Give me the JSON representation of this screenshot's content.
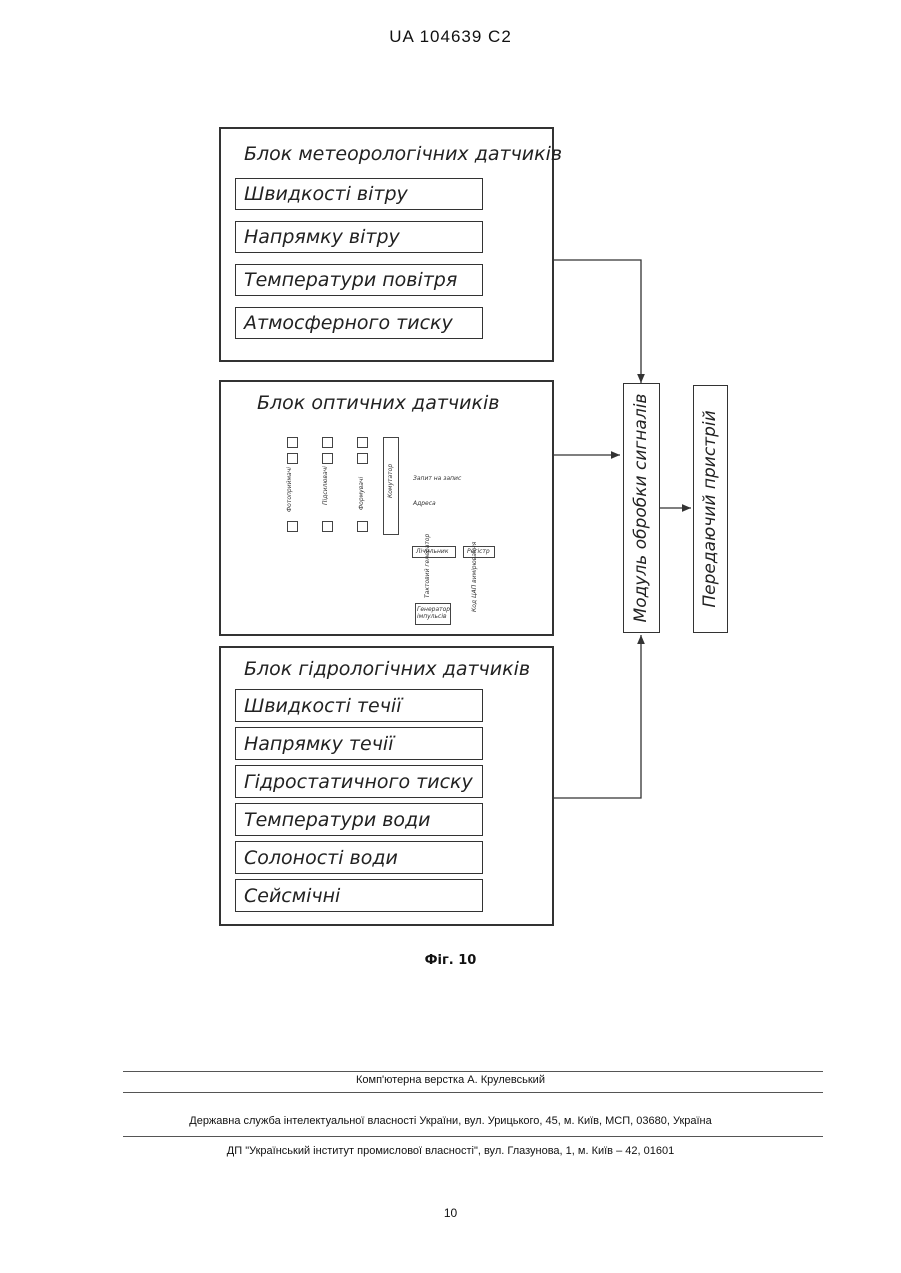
{
  "header": {
    "patent_number": "UA   104639   C2"
  },
  "meteo_block": {
    "title": "Блок метеорологічних датчиків",
    "sensors": [
      "Швидкості вітру",
      "Напрямку вітру",
      "Температури повітря",
      "Атмосферного тиску"
    ]
  },
  "optical_block": {
    "title": "Блок оптичних датчиків",
    "labels": {
      "photodetectors": "Фотоприймачі",
      "amplifiers": "Підсилювачі",
      "shapers": "Формувачі",
      "commutator": "Комутатор",
      "request": "Запит на запис",
      "address": "Адреса",
      "counter": "Лічильник",
      "register": "Регістр",
      "clock": "Тактовий генератор",
      "code": "Код ЦАП вимірювання",
      "generator": "Генератор імпульсів"
    }
  },
  "hydro_block": {
    "title": "Блок гідрологічних датчиків",
    "sensors": [
      "Швидкості течії",
      "Напрямку течії",
      "Гідростатичного тиску",
      "Температури води",
      "Солоності води",
      "Сейсмічні"
    ]
  },
  "processing_module": {
    "label": "Модуль обробки сигналів"
  },
  "transmitting_device": {
    "label": "Передаючий пристрій"
  },
  "figure_caption": "Фіг. 10",
  "footer": {
    "layout": "Комп'ютерна верстка А. Крулевський",
    "agency": "Державна служба інтелектуальної власності України, вул. Урицького, 45, м. Київ, МСП, 03680, Україна",
    "institute": "ДП \"Український інститут промислової власності\", вул. Глазунова, 1, м. Київ – 42, 01601",
    "page_number": "10"
  }
}
